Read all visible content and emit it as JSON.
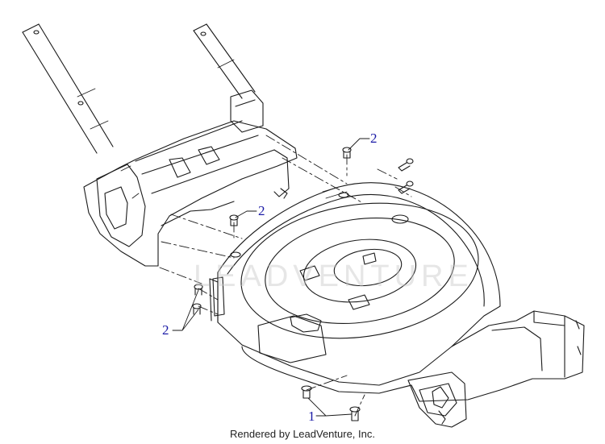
{
  "callouts": {
    "c1": "1",
    "c2_top": "2",
    "c2_mid": "2",
    "c2_left": "2"
  },
  "watermark": "LEADVENTURE",
  "footer": "Rendered by LeadVenture, Inc.",
  "colors": {
    "line": "#1a1a1a",
    "callout": "#1a1aa6",
    "watermark": "#c8c8c8"
  }
}
